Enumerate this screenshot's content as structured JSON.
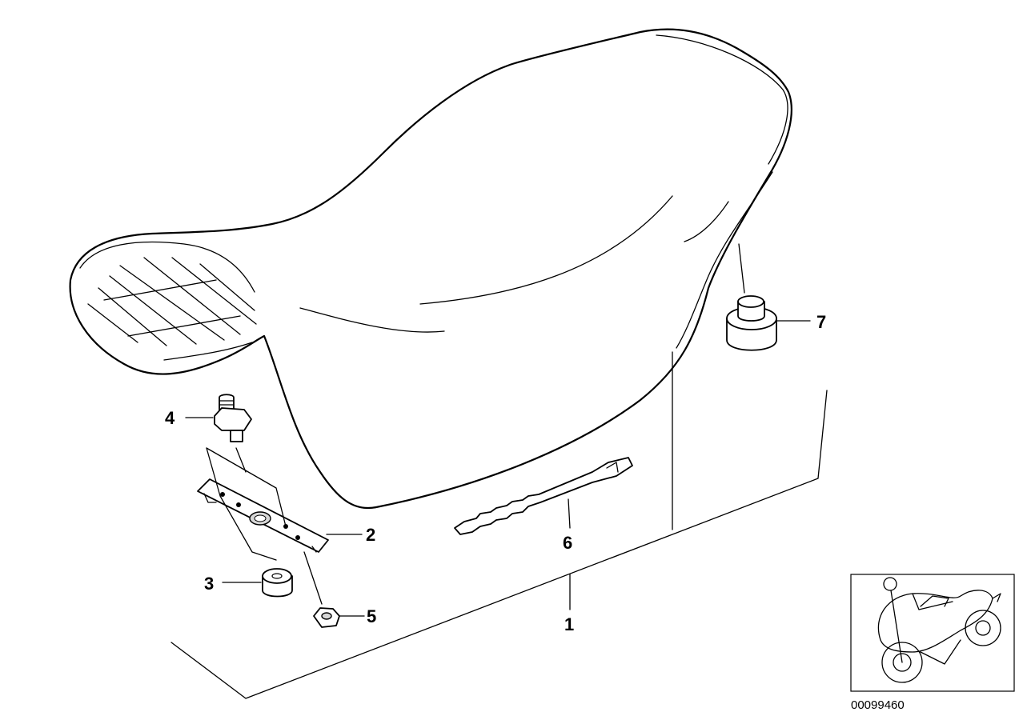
{
  "diagram": {
    "callouts": {
      "seat": "1",
      "bracket": "2",
      "spacer": "3",
      "stud": "4",
      "nut": "5",
      "strap": "6",
      "rubber_buffer": "7"
    },
    "code": "00099460"
  }
}
